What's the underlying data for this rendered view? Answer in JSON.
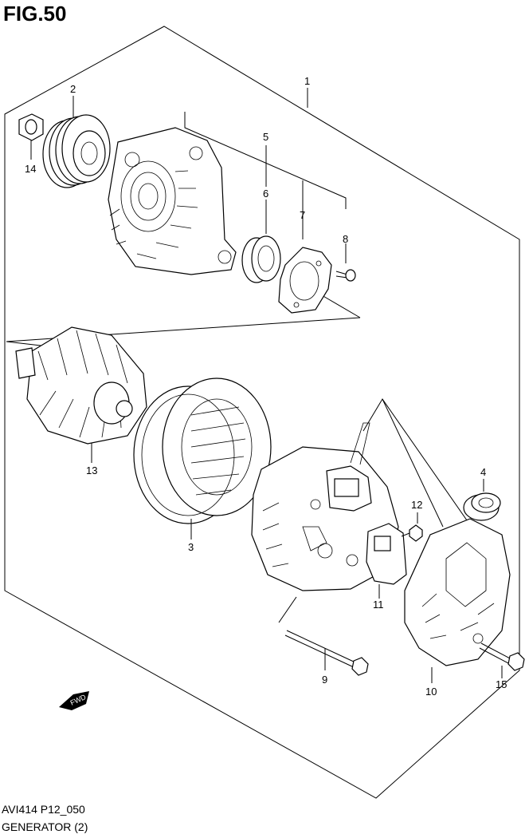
{
  "figure": {
    "title": "FIG.50",
    "code": "AVI414 P12_050",
    "name": "GENERATOR (2)"
  },
  "callouts": [
    "1",
    "2",
    "3",
    "4",
    "5",
    "6",
    "7",
    "8",
    "9",
    "10",
    "11",
    "12",
    "13",
    "14",
    "15"
  ],
  "fwd_label": "FWD",
  "parts": [
    {
      "ref": "1",
      "name": "generator-assembly"
    },
    {
      "ref": "2",
      "name": "pulley"
    },
    {
      "ref": "3",
      "name": "stator"
    },
    {
      "ref": "4",
      "name": "cap"
    },
    {
      "ref": "5",
      "name": "bearing"
    },
    {
      "ref": "6",
      "name": "bearing"
    },
    {
      "ref": "7",
      "name": "retainer-plate"
    },
    {
      "ref": "8",
      "name": "screw"
    },
    {
      "ref": "9",
      "name": "through-bolt"
    },
    {
      "ref": "10",
      "name": "rear-cover"
    },
    {
      "ref": "11",
      "name": "regulator"
    },
    {
      "ref": "12",
      "name": "screw"
    },
    {
      "ref": "13",
      "name": "rotor"
    },
    {
      "ref": "14",
      "name": "nut"
    },
    {
      "ref": "15",
      "name": "bolt"
    }
  ]
}
